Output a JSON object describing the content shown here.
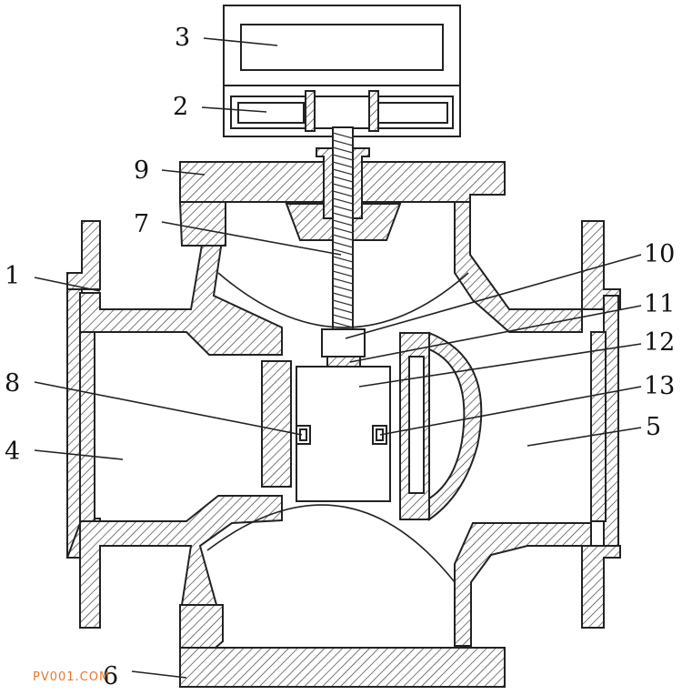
{
  "labels": {
    "l1": "1",
    "l2": "2",
    "l3": "3",
    "l4": "4",
    "l5": "5",
    "l6": "6",
    "l7": "7",
    "l8": "8",
    "l9": "9",
    "l10": "10",
    "l11": "11",
    "l12": "12",
    "l13": "13"
  },
  "watermark": "PV001.COM",
  "colors": {
    "stroke": "#222222",
    "watermark": "#e8772e"
  }
}
